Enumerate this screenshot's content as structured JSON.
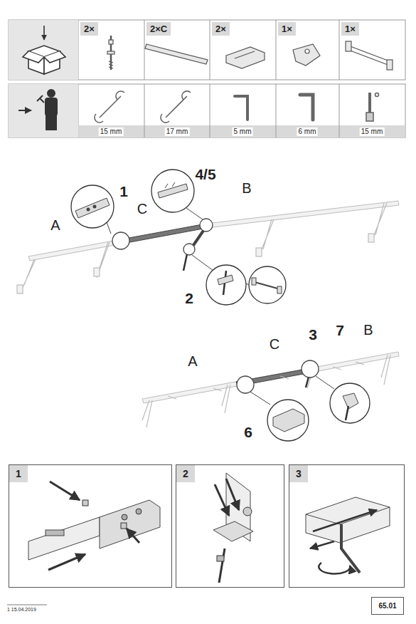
{
  "diagram": {
    "nodes": [
      {
        "text": [
          "1"
        ]
      },
      {
        "text": [
          "2"
        ]
      },
      {
        "text": [
          "3"
        ]
      },
      {
        "text": [
          "65.01"
        ]
      }
    ],
    "labels": [
      "2×",
      "2×C",
      "2×",
      "1×",
      "1×",
      "15 mm",
      "17 mm",
      "5 mm",
      "6 mm",
      "15 mm",
      "1",
      "4/5",
      "A",
      "C",
      "B",
      "2",
      "3",
      "7",
      "A",
      "C",
      "B",
      "6",
      "1 15.04.2019"
    ]
  }
}
